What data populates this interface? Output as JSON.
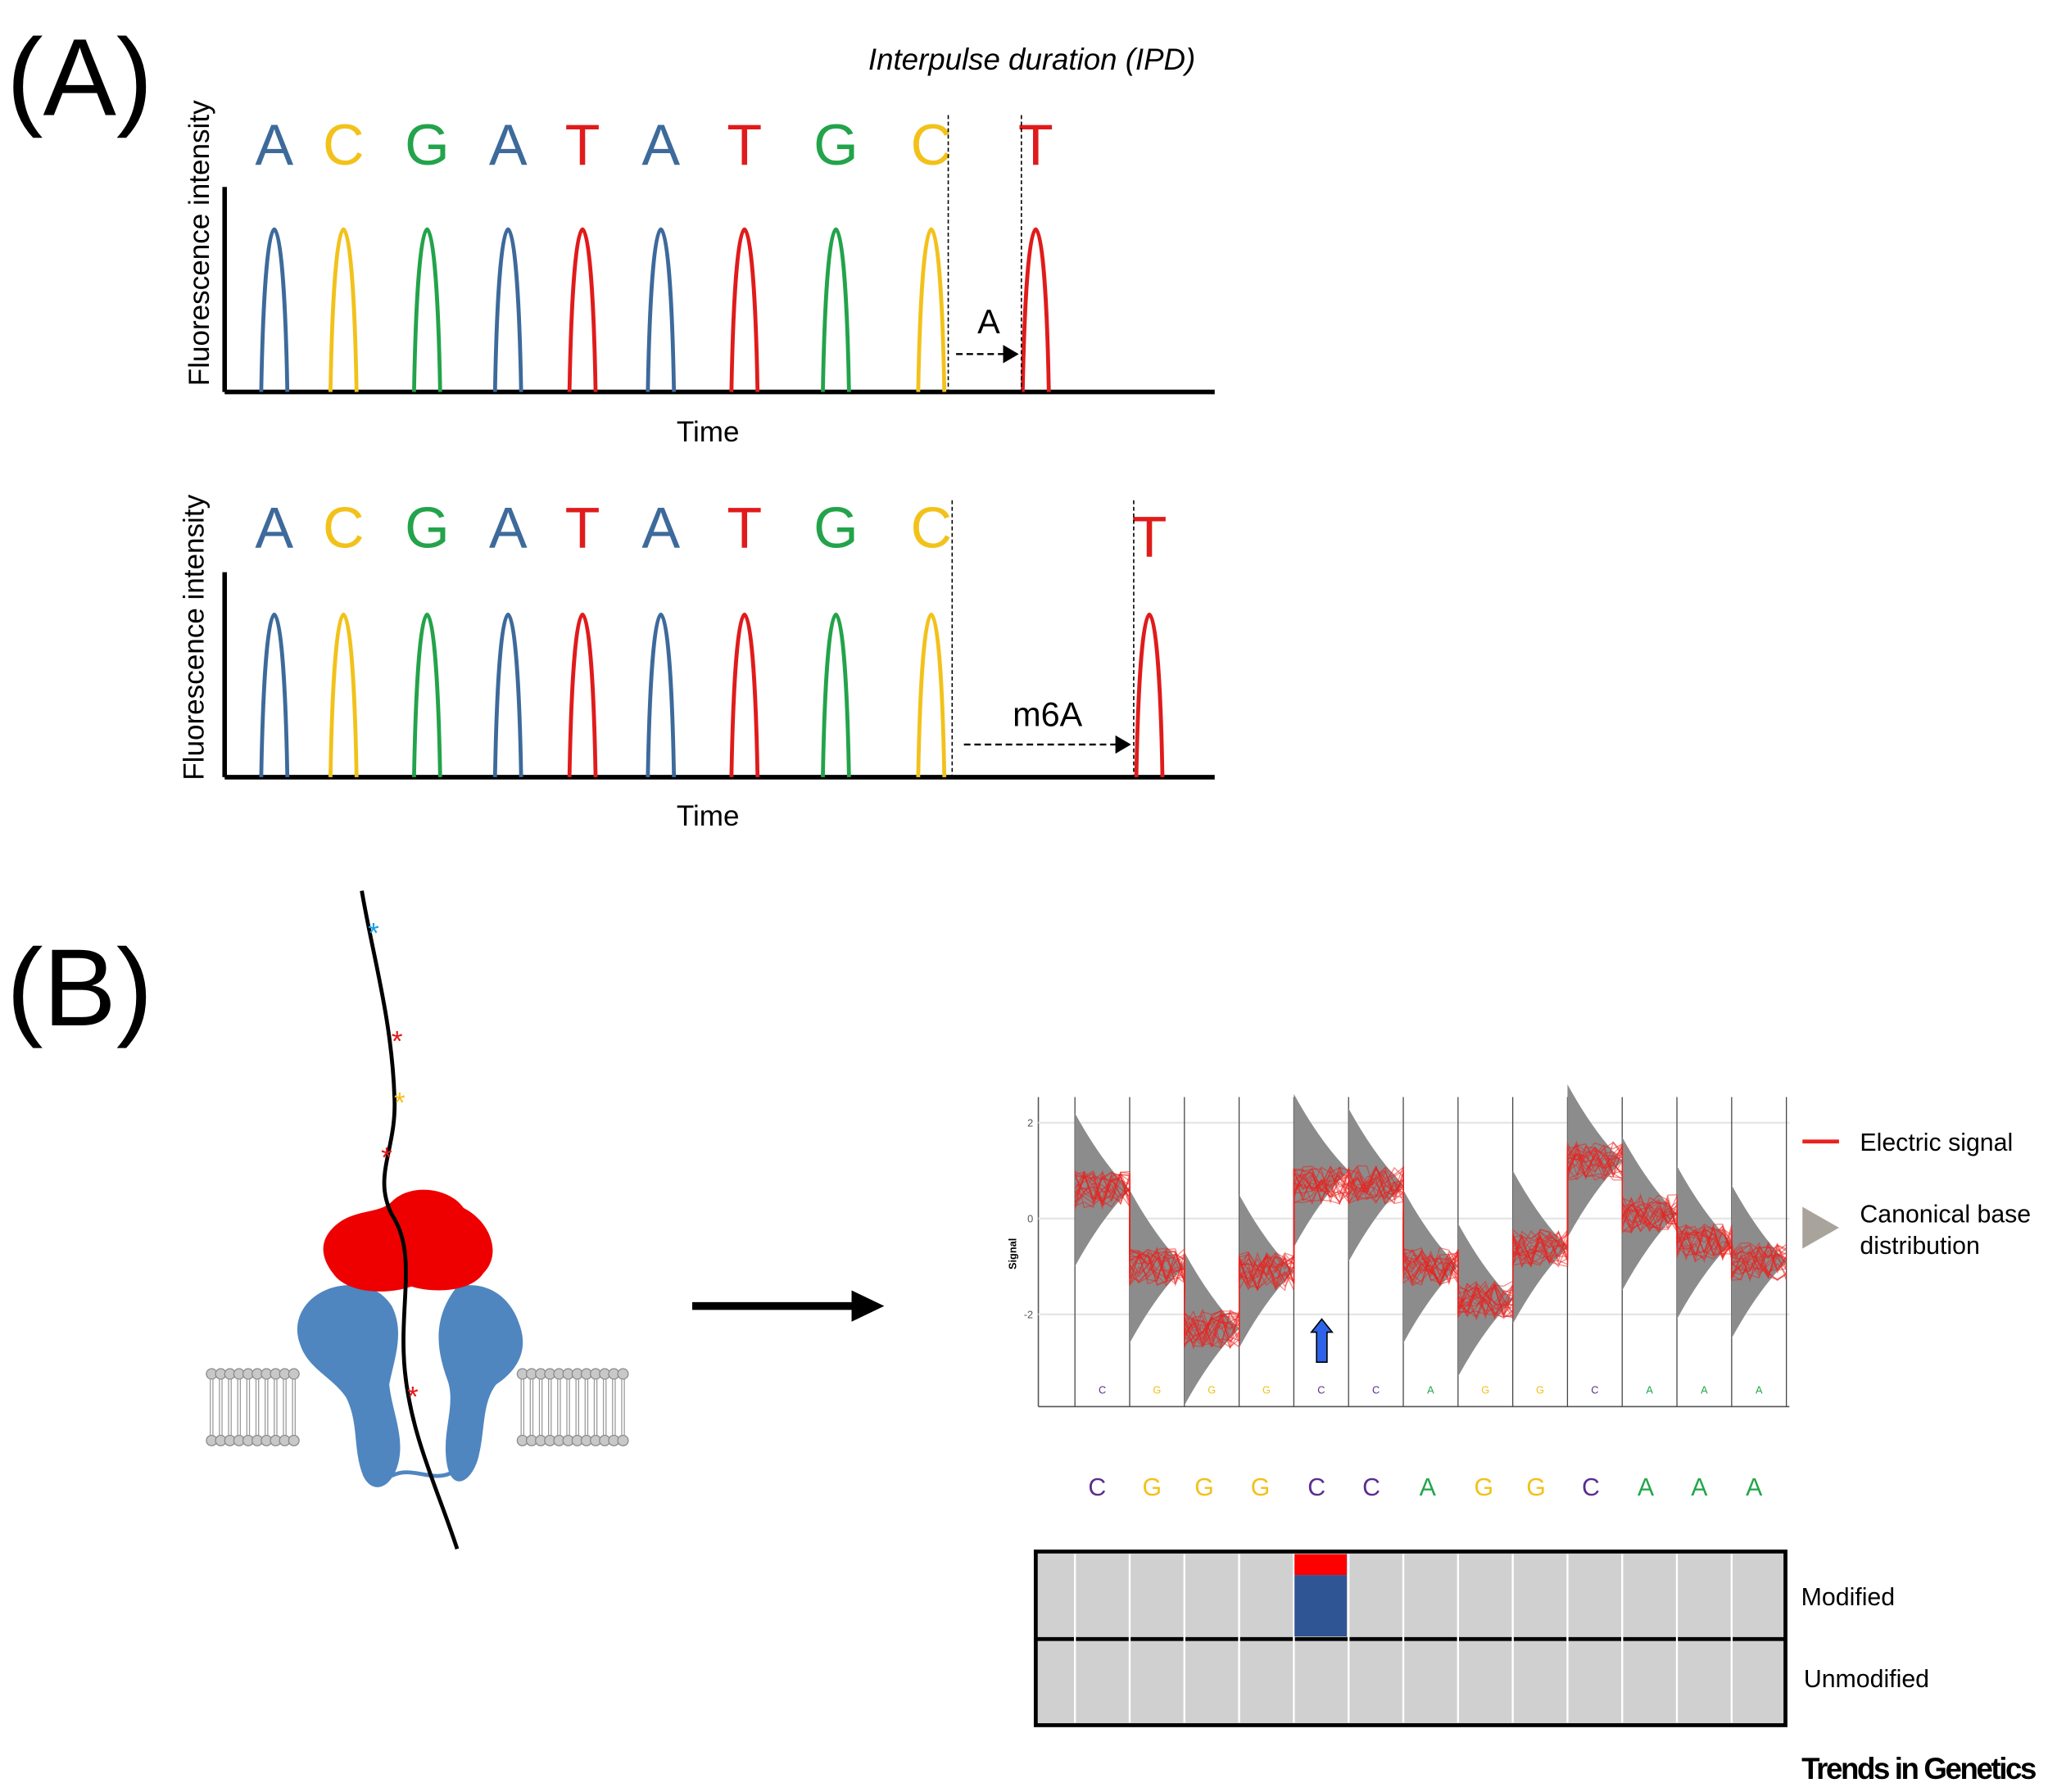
{
  "panel_a": {
    "label": "(A)",
    "title": "Interpulse duration (IPD)",
    "ylabel": "Fluorescence intensity",
    "xlabel": "Time",
    "top_trace": {
      "bases": [
        "A",
        "C",
        "G",
        "A",
        "T",
        "A",
        "T",
        "G",
        "C",
        "T"
      ],
      "gap_label": "A"
    },
    "bottom_trace": {
      "bases": [
        "A",
        "C",
        "G",
        "A",
        "T",
        "A",
        "T",
        "G",
        "C",
        "T"
      ],
      "gap_label": "m6A"
    }
  },
  "panel_b": {
    "label": "(B)",
    "legend": {
      "signal": "Electric signal",
      "dist_line1": "Canonical base",
      "dist_line2": "distribution"
    },
    "sequence": [
      "C",
      "G",
      "G",
      "G",
      "C",
      "C",
      "A",
      "G",
      "G",
      "C",
      "A",
      "A",
      "A"
    ],
    "heatmap": {
      "row1": "Modified",
      "row2": "Unmodified",
      "modified_index": 4
    }
  },
  "chart_data": {
    "type": "line",
    "ylabel": "Signal",
    "yticks": [
      2,
      0,
      -2
    ],
    "bases": [
      "C",
      "G",
      "G",
      "G",
      "C",
      "C",
      "A",
      "G",
      "G",
      "C",
      "A",
      "A",
      "A"
    ],
    "canonical_means": [
      0.6,
      -1.0,
      -2.3,
      -1.1,
      1.0,
      0.7,
      -1.0,
      -1.7,
      -0.6,
      1.2,
      0.1,
      -0.5,
      -0.9
    ],
    "grid": true
  },
  "colors": {
    "A": "#3d6a9b",
    "C": "#f2c21b",
    "G": "#23a34a",
    "T": "#e01b1b",
    "seqC": "#5b2d8e",
    "seqG": "#f2c11a",
    "seqA": "#22a64a",
    "signal": "#e8231f",
    "modified_red": "#ff0000",
    "modified_blue": "#2f5595",
    "cell": "#d0d0d0"
  },
  "footer": "Trends in Genetics"
}
